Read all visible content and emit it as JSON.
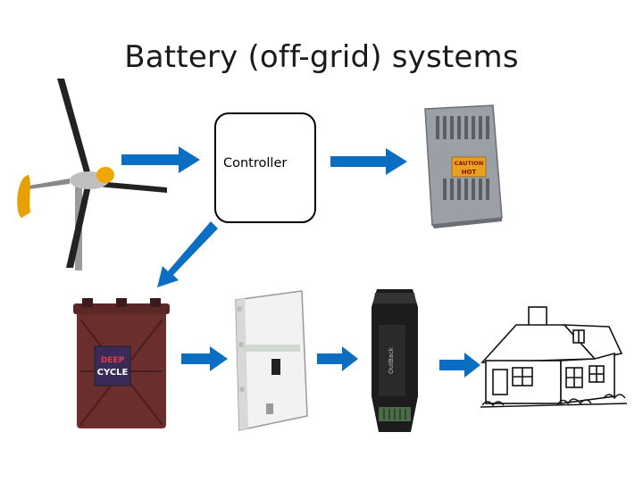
{
  "slide": {
    "title": "Battery (off-grid) systems",
    "controller_label": "Controller"
  },
  "components": {
    "inverter_sticker": {
      "line1": "CAUTION",
      "line2": "HOT"
    },
    "battery_label": {
      "line1": "DEEP",
      "line2": "CYCLE"
    }
  },
  "colors": {
    "arrow": "#0a6fc2",
    "turbine_hub": "#f0a800",
    "battery": "#6b2e2e",
    "inverter_case": "#9aa0a6",
    "sticker": "#e8a020"
  }
}
